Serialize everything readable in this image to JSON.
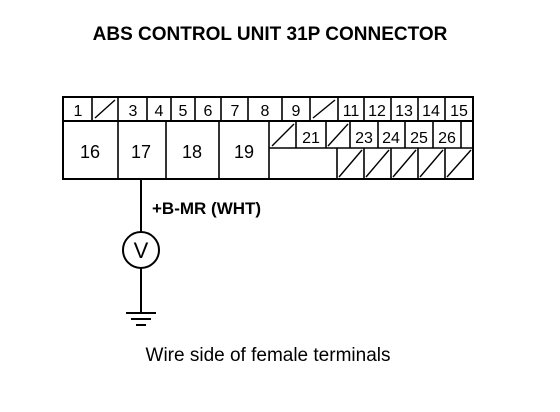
{
  "diagram": {
    "title": "ABS CONTROL UNIT 31P CONNECTOR",
    "caption": "Wire side of female terminals",
    "probe_label": "+B-MR (WHT)",
    "voltmeter_symbol": "V",
    "connector": {
      "top_row": [
        "1",
        "",
        "3",
        "4",
        "5",
        "6",
        "7",
        "8",
        "9",
        "",
        "11",
        "12",
        "13",
        "14",
        "15"
      ],
      "bottom_left": [
        "16",
        "17",
        "18",
        "19"
      ],
      "bottom_right_upper": [
        "",
        "21",
        "",
        "23",
        "24",
        "25",
        "26"
      ]
    }
  }
}
